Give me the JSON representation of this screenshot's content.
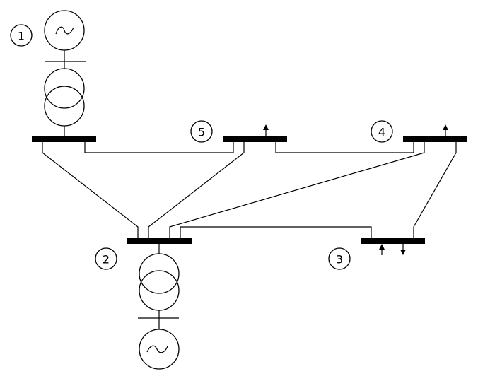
{
  "diagram": {
    "type": "power-system-one-line",
    "buses": [
      {
        "id": 1,
        "label": "1",
        "generator": true,
        "transformer": true,
        "loads": []
      },
      {
        "id": 2,
        "label": "2",
        "generator": true,
        "transformer": true,
        "loads": []
      },
      {
        "id": 3,
        "label": "3",
        "generator": false,
        "transformer": false,
        "loads": [
          "injection-up",
          "load-down"
        ]
      },
      {
        "id": 4,
        "label": "4",
        "generator": false,
        "transformer": false,
        "loads": [
          "load-up"
        ]
      },
      {
        "id": 5,
        "label": "5",
        "generator": false,
        "transformer": false,
        "loads": [
          "load-up"
        ]
      }
    ],
    "lines": [
      {
        "from": 1,
        "to": 2
      },
      {
        "from": 1,
        "to": 5
      },
      {
        "from": 2,
        "to": 3
      },
      {
        "from": 2,
        "to": 4
      },
      {
        "from": 2,
        "to": 5
      },
      {
        "from": 3,
        "to": 4
      },
      {
        "from": 4,
        "to": 5
      }
    ],
    "icons": {
      "generator": "ac-generator-icon",
      "transformer": "two-winding-transformer-icon",
      "arrow": "power-flow-arrow-icon"
    }
  }
}
